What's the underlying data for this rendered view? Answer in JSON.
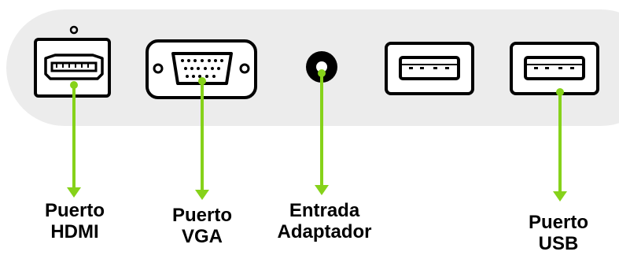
{
  "colors": {
    "panel": "#ececec",
    "outline": "#000000",
    "arrow": "#86d21a",
    "background": "#ffffff"
  },
  "ports": [
    {
      "id": "hdmi",
      "icon": "hdmi-port-icon",
      "label_line1": "Puerto",
      "label_line2": "HDMI"
    },
    {
      "id": "vga",
      "icon": "vga-port-icon",
      "label_line1": "Puerto",
      "label_line2": "VGA"
    },
    {
      "id": "adapter",
      "icon": "power-jack-icon",
      "label_line1": "Entrada",
      "label_line2": "Adaptador"
    },
    {
      "id": "usb1",
      "icon": "usb-port-icon"
    },
    {
      "id": "usb2",
      "icon": "usb-port-icon",
      "label_line1": "Puerto",
      "label_line2": "USB"
    }
  ]
}
